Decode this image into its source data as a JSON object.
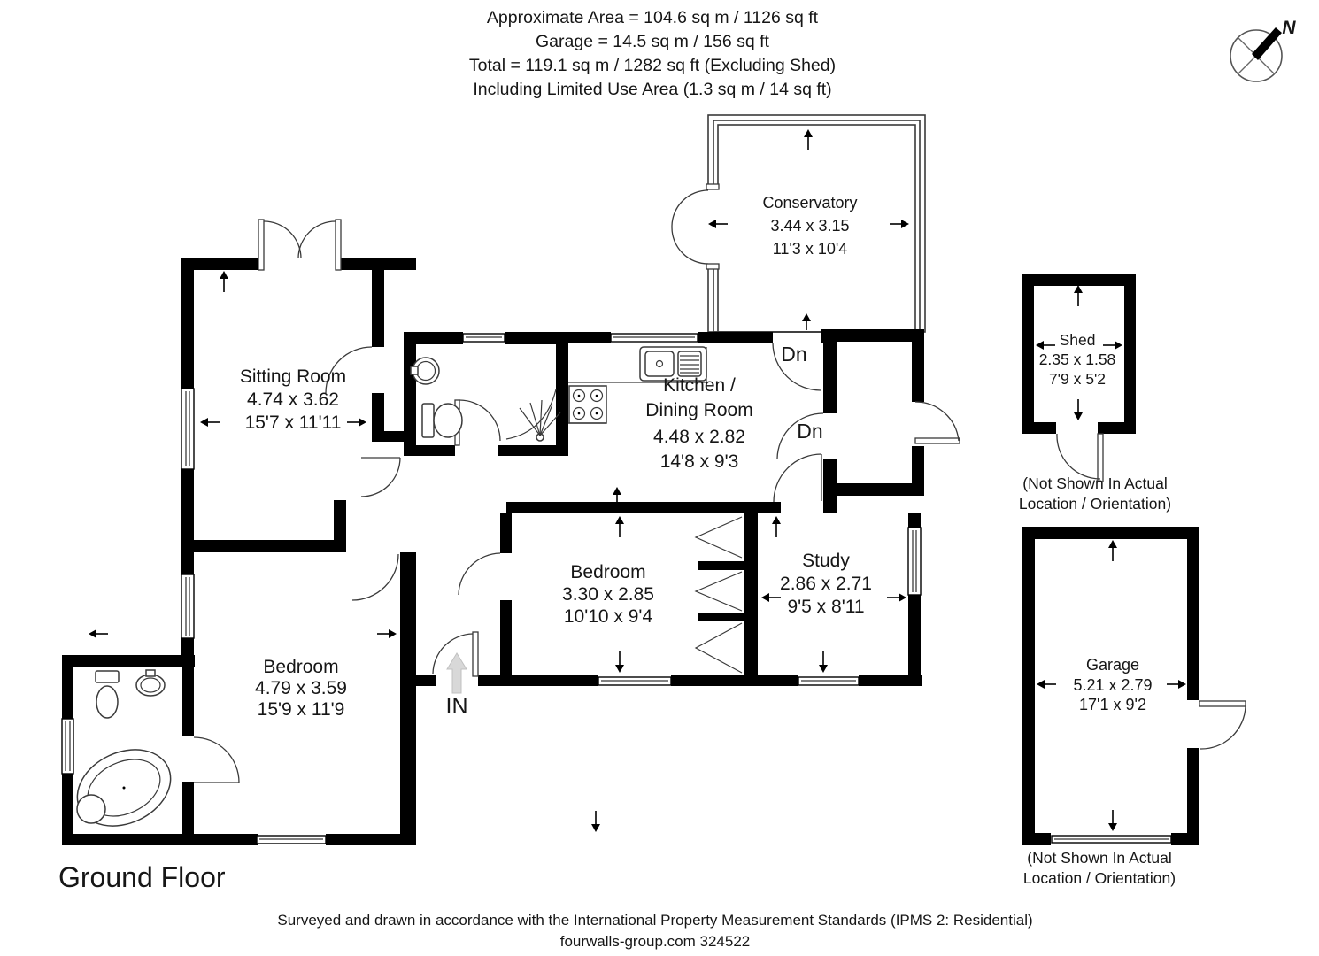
{
  "header": {
    "line1": "Approximate  Area = 104.6 sq m / 1126 sq ft",
    "line2": "Garage = 14.5 sq m / 156 sq ft",
    "line3": "Total = 119.1 sq m / 1282 sq ft (Excluding Shed)",
    "line4": "Including Limited Use Area (1.3 sq m / 14 sq ft)"
  },
  "compass": {
    "north": "N"
  },
  "rooms": {
    "sitting": {
      "name": "Sitting Room",
      "metric": "4.74 x 3.62",
      "imperial": "15'7 x 11'11"
    },
    "conservatory": {
      "name": "Conservatory",
      "metric": "3.44 x 3.15",
      "imperial": "11'3 x 10'4"
    },
    "kitchen": {
      "name1": "Kitchen /",
      "name2": "Dining Room",
      "metric": "4.48 x 2.82",
      "imperial": "14'8 x 9'3"
    },
    "bedroom_mid": {
      "name": "Bedroom",
      "metric": "3.30 x 2.85",
      "imperial": "10'10 x 9'4"
    },
    "study": {
      "name": "Study",
      "metric": "2.86 x 2.71",
      "imperial": "9'5 x 8'11"
    },
    "bedroom_main": {
      "name": "Bedroom",
      "metric": "4.79 x 3.59",
      "imperial": "15'9 x 11'9"
    },
    "shed": {
      "name": "Shed",
      "metric": "2.35 x 1.58",
      "imperial": "7'9 x 5'2"
    },
    "garage": {
      "name": "Garage",
      "metric": "5.21 x 2.79",
      "imperial": "17'1 x 9'2"
    }
  },
  "labels": {
    "dn": "Dn",
    "in": "IN",
    "ground_floor": "Ground Floor",
    "not_shown_line1": "(Not Shown In Actual",
    "not_shown_line2": "Location / Orientation)"
  },
  "footer": {
    "line1": "Surveyed and drawn in accordance with the International Property Measurement Standards (IPMS 2: Residential)",
    "line2": "fourwalls-group.com 324522"
  },
  "colors": {
    "wall": "#000000",
    "door_stroke": "#3a3a3a",
    "text": "#161616",
    "entry_arrow": "#d8d8d8"
  }
}
